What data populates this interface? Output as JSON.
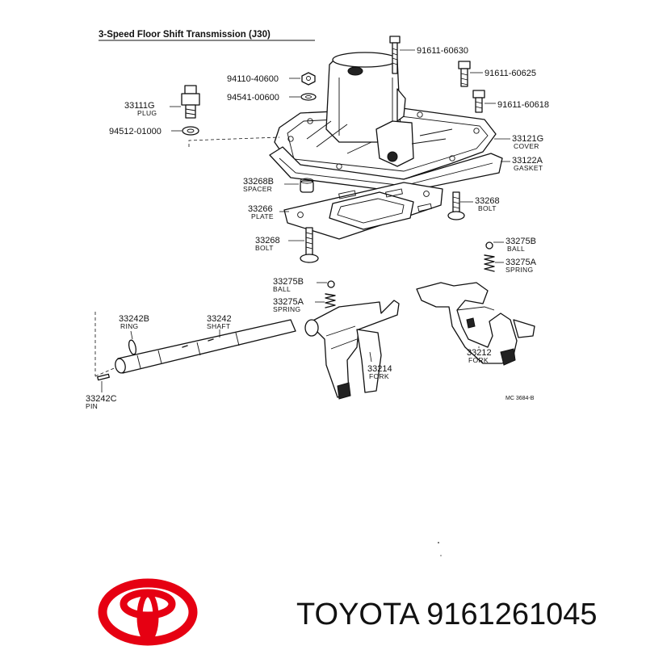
{
  "title": "3-Speed Floor Shift Transmission (J30)",
  "diagram_code": "MC 3684-B",
  "brand": "TOYOTA",
  "part_number": "9161261045",
  "colors": {
    "logo": "#e60012",
    "ink": "#111111"
  },
  "labels": {
    "bolt_60630": "91611-60630",
    "bolt_60625": "91611-60625",
    "bolt_60618": "91611-60618",
    "nut_40600": "94110-40600",
    "washer_00600": "94541-00600",
    "plug_num": "33111G",
    "plug_text": "PLUG",
    "washer_01000": "94512-01000",
    "cover_num": "33121G",
    "cover_text": "COVER",
    "gasket_num": "33122A",
    "gasket_text": "GASKET",
    "spacer_num": "33268B",
    "spacer_text": "SPACER",
    "plate_num": "33266",
    "plate_text": "PLATE",
    "bolt_r_num": "33268",
    "bolt_r_text": "BOLT",
    "bolt_l_num": "33268",
    "bolt_l_text": "BOLT",
    "ball_r_num": "33275B",
    "ball_r_text": "BALL",
    "spring_r_num": "33275A",
    "spring_r_text": "SPRING",
    "ball_l_num": "33275B",
    "ball_l_text": "BALL",
    "spring_l_num": "33275A",
    "spring_l_text": "SPRING",
    "ring_num": "33242B",
    "ring_text": "RING",
    "shaft_num": "33242",
    "shaft_text": "SHAFT",
    "fork1_num": "33214",
    "fork1_text": "FORK",
    "fork2_num": "33212",
    "fork2_text": "FORK",
    "pin_num": "33242C",
    "pin_text": "PIN"
  }
}
